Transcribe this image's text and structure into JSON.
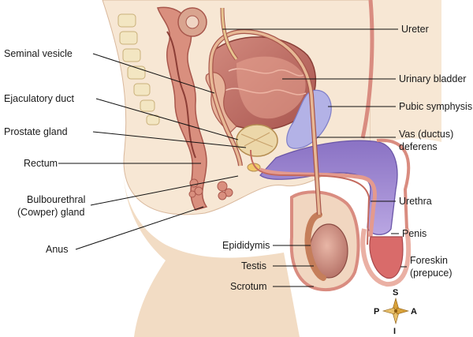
{
  "labels_left": {
    "seminal_vesicle": "Seminal vesicle",
    "ejaculatory_duct": "Ejaculatory duct",
    "prostate_gland": "Prostate gland",
    "rectum": "Rectum",
    "bulbourethral_1": "Bulbourethral",
    "bulbourethral_2": "(Cowper) gland",
    "anus": "Anus"
  },
  "labels_right": {
    "ureter": "Ureter",
    "urinary_bladder": "Urinary bladder",
    "pubic_symphysis": "Pubic symphysis",
    "vas_1": "Vas (ductus)",
    "vas_2": "deferens",
    "urethra": "Urethra",
    "penis": "Penis",
    "foreskin_1": "Foreskin",
    "foreskin_2": "(prepuce)"
  },
  "labels_center": {
    "epididymis": "Epididymis",
    "testis": "Testis",
    "scrotum": "Scrotum"
  },
  "compass": {
    "superior": "S",
    "inferior": "I",
    "posterior": "P",
    "anterior": "A"
  }
}
